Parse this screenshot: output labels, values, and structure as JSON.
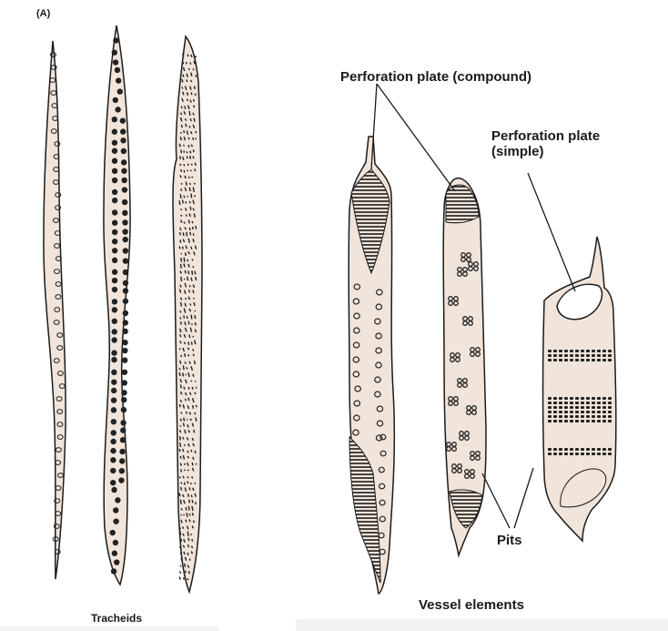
{
  "figure": {
    "panel_letter": "(A)",
    "tracheids_caption": "Tracheids",
    "vessel_caption": "Vessel elements",
    "labels": {
      "perforation_compound": "Perforation plate (compound)",
      "perforation_simple_line1": "Perforation plate",
      "perforation_simple_line2": "(simple)",
      "pits": "Pits"
    }
  },
  "colors": {
    "cell_fill": "#f1e4da",
    "outline": "#1b1b1b",
    "pit_dark": "#222222"
  }
}
